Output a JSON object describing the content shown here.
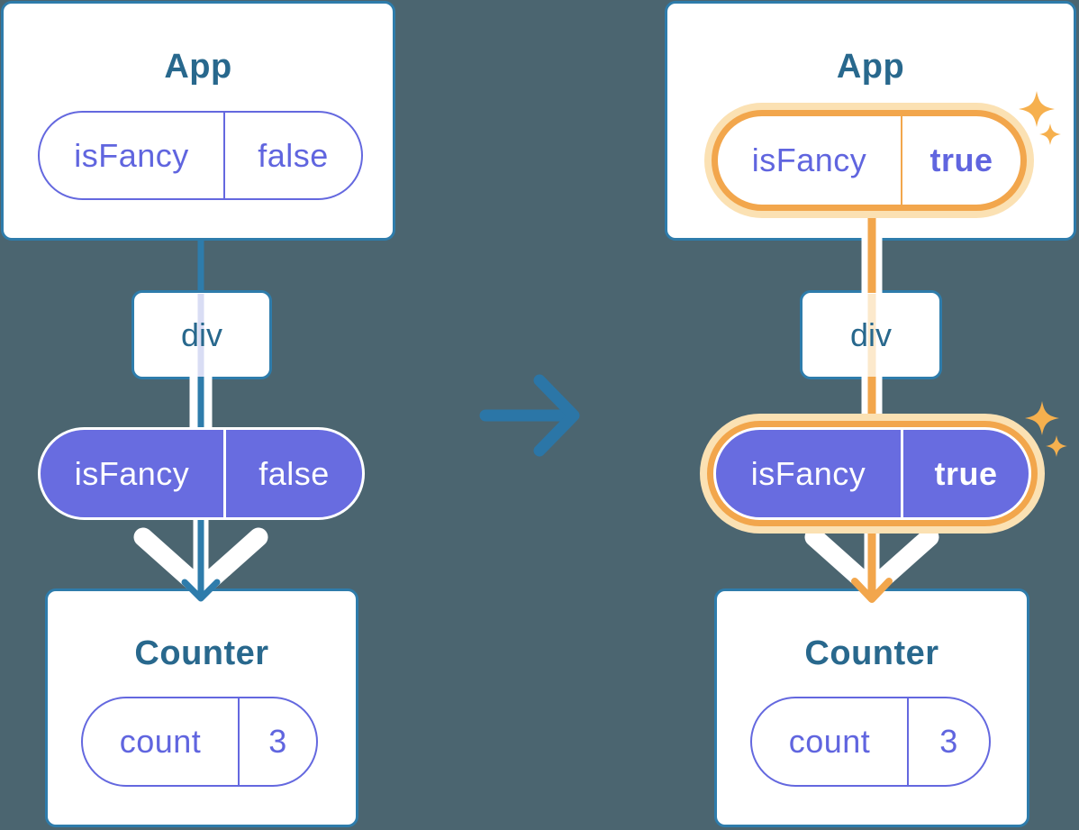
{
  "diagram": {
    "description": "React prop-flow diagram: state isFancy flips from false to true and is passed from App through div to Counter",
    "left_tree": {
      "app_title": "App",
      "app_prop_key": "isFancy",
      "app_prop_value": "false",
      "div_label": "div",
      "passed_prop_key": "isFancy",
      "passed_prop_value": "false",
      "counter_title": "Counter",
      "counter_state_key": "count",
      "counter_state_value": "3"
    },
    "right_tree": {
      "app_title": "App",
      "app_prop_key": "isFancy",
      "app_prop_value": "true",
      "div_label": "div",
      "passed_prop_key": "isFancy",
      "passed_prop_value": "true",
      "counter_title": "Counter",
      "counter_state_key": "count",
      "counter_state_value": "3"
    },
    "icons": {
      "transition_arrow": "right-arrow",
      "highlight": "sparkles"
    },
    "colors": {
      "background": "#4B6570",
      "card_border_blue": "#2E7CAB",
      "title_blue": "#28688D",
      "arrow_blue": "#2B76A7",
      "pill_purple_fill": "#686CE0",
      "pill_purple_text": "#6065DF",
      "highlight_orange": "#F2A64C",
      "highlight_halo": "#FBE1B3",
      "sparkle_orange": "#F6B04E",
      "faded_line_left": "#D9DDF4",
      "faded_line_right": "#FCE9CC"
    }
  }
}
